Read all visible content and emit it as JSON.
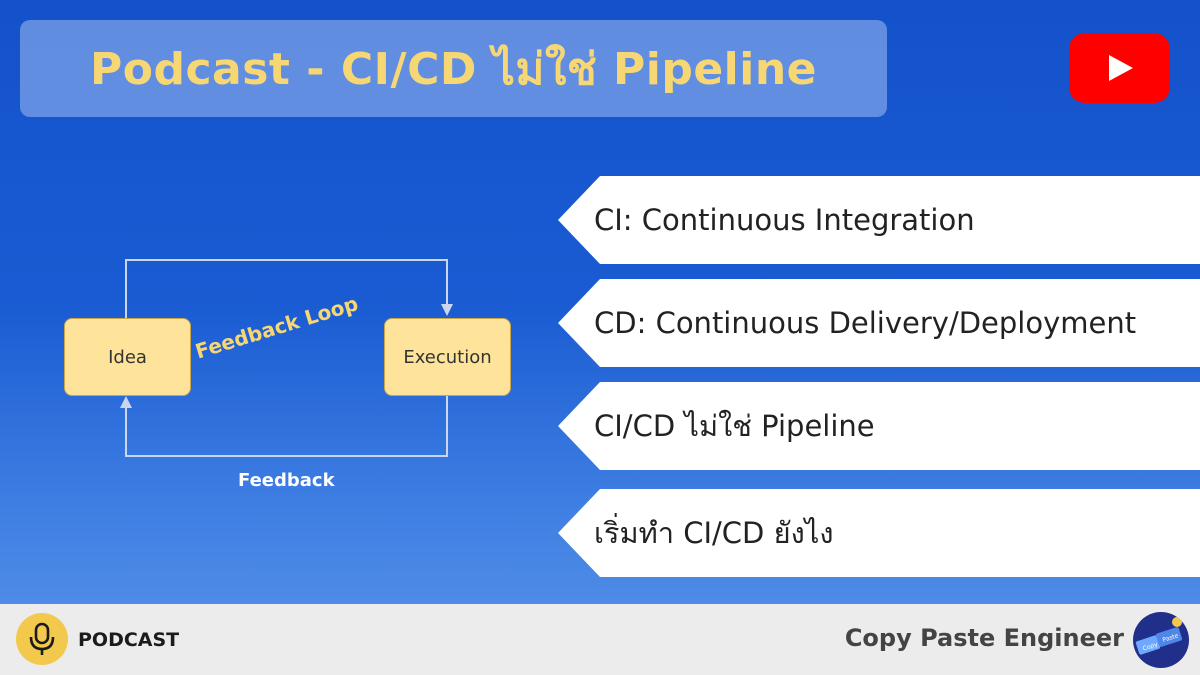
{
  "header": {
    "title": "Podcast - CI/CD ไม่ใช่ Pipeline"
  },
  "diagram": {
    "idea_label": "Idea",
    "execution_label": "Execution",
    "loop_label": "Feedback Loop",
    "feedback_label": "Feedback"
  },
  "topics": [
    "CI: Continuous Integration",
    "CD: Continuous Delivery/Deployment",
    "CI/CD ไม่ใช่ Pipeline",
    "เริ่มทำ CI/CD ยังไง"
  ],
  "footer": {
    "podcast_label": "PODCAST",
    "brand_name": "Copy Paste Engineer"
  },
  "logo_text": {
    "copy": "Copy",
    "paste": "Paste"
  },
  "colors": {
    "accent_yellow": "#f7d774",
    "box_fill": "#fde49a",
    "youtube_red": "#ff0000",
    "background_blue": "#1452cc"
  },
  "icons": [
    "youtube-play-icon",
    "microphone-icon",
    "copy-paste-logo-icon"
  ]
}
